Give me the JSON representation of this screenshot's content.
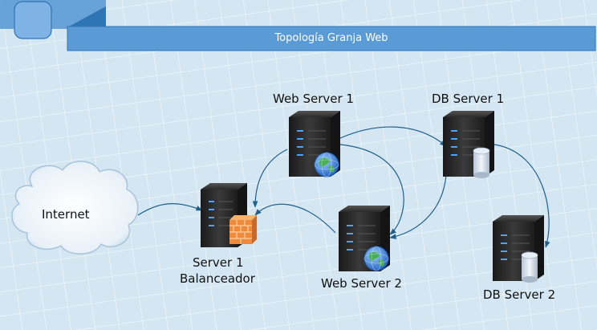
{
  "diagram": {
    "title": "Topología Granja Web",
    "nodes": {
      "internet": {
        "label": "Internet",
        "icon": "cloud-icon"
      },
      "server1": {
        "label_line1": "Server 1",
        "label_line2": "Balanceador",
        "icon": "server-firewall-icon"
      },
      "web1": {
        "label": "Web Server 1",
        "icon": "server-globe-icon"
      },
      "web2": {
        "label": "Web Server 2",
        "icon": "server-globe-icon"
      },
      "db1": {
        "label": "DB Server 1",
        "icon": "server-database-icon"
      },
      "db2": {
        "label": "DB Server 2",
        "icon": "server-database-icon"
      }
    },
    "connections": [
      {
        "from": "internet",
        "to": "server1"
      },
      {
        "from": "web1",
        "to": "server1"
      },
      {
        "from": "web2",
        "to": "server1"
      },
      {
        "from": "web1",
        "to": "db1"
      },
      {
        "from": "web1",
        "to": "web2"
      },
      {
        "from": "db1",
        "to": "web2"
      },
      {
        "from": "db1",
        "to": "db2"
      }
    ],
    "colors": {
      "background": "#d3e6f1",
      "grid": "#ffffff",
      "title_bar": "#5b9bd5",
      "title_border": "#2e75b6",
      "connector": "#1f5f8b",
      "server_body": "#2b2b2b"
    }
  }
}
